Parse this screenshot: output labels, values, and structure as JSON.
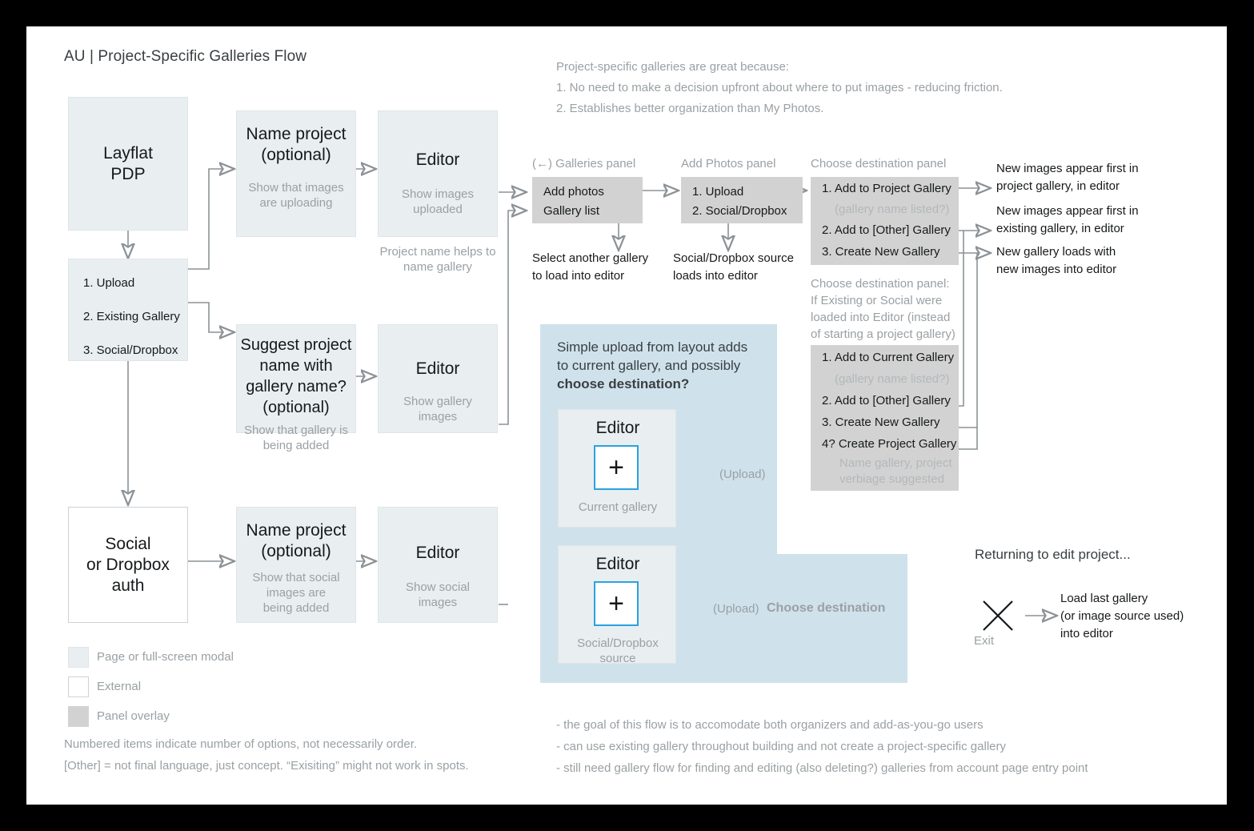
{
  "page": {
    "title": "AU | Project-Specific Galleries Flow"
  },
  "intro": {
    "heading": "Project-specific galleries are great because:",
    "line1": "1. No need to make a decision upfront about where to put images - reducing friction.",
    "line2": "2. Establishes better organization than My Photos."
  },
  "flow": {
    "layflat_pdp": {
      "title_l1": "Layflat",
      "title_l2": "PDP"
    },
    "options": {
      "o1": "1. Upload",
      "o2": "2. Existing Gallery",
      "o3": "3. Social/Dropbox"
    },
    "name_project_upload": {
      "title_l1": "Name project",
      "title_l2": "(optional)",
      "sub_l1": "Show that images",
      "sub_l2": "are uploading"
    },
    "editor_upload": {
      "title": "Editor",
      "sub_l1": "Show images",
      "sub_l2": "uploaded"
    },
    "editor_upload_note_l1": "Project name helps to",
    "editor_upload_note_l2": "name gallery",
    "suggest_project": {
      "title_l1": "Suggest project",
      "title_l2": "name with",
      "title_l3": "gallery name?",
      "title_l4": "(optional)",
      "sub_l1": "Show that gallery is",
      "sub_l2": "being added"
    },
    "editor_gallery": {
      "title": "Editor",
      "sub_l1": "Show gallery",
      "sub_l2": "images"
    },
    "social_auth": {
      "title_l1": "Social",
      "title_l2": "or Dropbox",
      "title_l3": "auth"
    },
    "name_project_social": {
      "title_l1": "Name project",
      "title_l2": "(optional)",
      "sub_l1": "Show that social",
      "sub_l2": "images are",
      "sub_l3": "being added"
    },
    "editor_social": {
      "title": "Editor",
      "sub_l1": "Show social",
      "sub_l2": "images"
    }
  },
  "panels": {
    "galleries": {
      "label": "(←) Galleries panel",
      "item1": "Add photos",
      "item2": "Gallery list",
      "note_l1": "Select another gallery",
      "note_l2": "to load into editor"
    },
    "add_photos": {
      "label": "Add Photos panel",
      "item1": "1. Upload",
      "item2": "2. Social/Dropbox",
      "note_l1": "Social/Dropbox source",
      "note_l2": "loads into editor"
    },
    "destination_a": {
      "label": "Choose destination panel",
      "item1": "1. Add to Project Gallery",
      "item1_sub": "(gallery name listed?)",
      "item2": "2. Add to [Other] Gallery",
      "item3": "3. Create New Gallery"
    },
    "destination_b": {
      "label_l1": "Choose destination panel:",
      "label_l2": "If Existing or Social were",
      "label_l3": "loaded into Editor (instead",
      "label_l4": "of starting a project gallery)",
      "item1": "1. Add to Current Gallery",
      "item1_sub": "(gallery name listed?)",
      "item2": "2. Add to [Other] Gallery",
      "item3": "3. Create New Gallery",
      "item4": "4? Create Project Gallery",
      "item4_sub_l1": "Name gallery, project",
      "item4_sub_l2": "verbiage suggested"
    }
  },
  "outcomes": {
    "o1_l1": "New images appear first in",
    "o1_l2": "project gallery, in editor",
    "o2_l1": "New images appear first in",
    "o2_l2": "existing gallery, in editor",
    "o3_l1": "New gallery loads with",
    "o3_l2": "new images into editor"
  },
  "simple_upload": {
    "head_l1": "Simple upload from layout adds",
    "head_l2": "to current gallery, and possibly",
    "head_l3": "choose destination?",
    "card1": {
      "title": "Editor",
      "plus": "+",
      "caption": "Current gallery"
    },
    "card1_arrow_label": "(Upload)",
    "card2": {
      "title": "Editor",
      "plus": "+",
      "caption": "Social/Dropbox source"
    },
    "card2_arrow_label": "(Upload)",
    "card2_dest_label": "Choose destination"
  },
  "returning": {
    "heading": "Returning to edit project...",
    "exit_label": "Exit",
    "result_l1": "Load last gallery",
    "result_l2": "(or image source used)",
    "result_l3": "into editor"
  },
  "legend": {
    "item1": "Page or full-screen modal",
    "item2": "External",
    "item3": "Panel overlay",
    "note_l1": "Numbered items indicate number of options, not necessarily order.",
    "note_l2": "[Other] = not final language, just concept. “Exisiting” might not work in spots."
  },
  "footer": {
    "l1": "- the goal of this flow is to accomodate both organizers and add-as-you-go users",
    "l2": "- can use existing gallery throughout building and not create a project-specific gallery",
    "l3": "- still need gallery flow for finding and editing (also deleting?) galleries from account page entry point"
  },
  "colors": {
    "page_box": "#e9eef1",
    "panel_overlay": "#d2d2d2",
    "blue_panel": "#cfe2ec",
    "accent_blue": "#29a3e0",
    "muted_text": "#9aa0a4",
    "dark_text": "#16191b"
  }
}
